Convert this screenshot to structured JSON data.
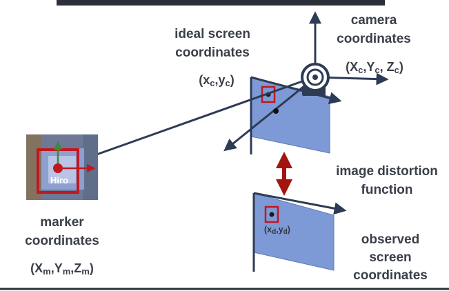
{
  "labels": {
    "ideal_screen": {
      "line1": "ideal screen",
      "line2": "coordinates"
    },
    "ideal_coord": {
      "open": "(x",
      "sub1": "c",
      "mid": ",y",
      "sub2": "c",
      "close": ")"
    },
    "camera": {
      "line1": "camera",
      "line2": "coordinates"
    },
    "camera_coord": {
      "open": "(X",
      "sub1": "c",
      "mid1": ",Y",
      "sub2": "c",
      "mid2": ", Z",
      "sub3": "c",
      "close": ")"
    },
    "distortion": {
      "line1": "image distortion",
      "line2": "function"
    },
    "marker": {
      "line1": "marker",
      "line2": "coordinates"
    },
    "marker_coord": {
      "open": "(X",
      "sub1": "m",
      "mid1": ",Y",
      "sub2": "m",
      "mid2": ",Z",
      "sub3": "m",
      "close": ")"
    },
    "observed": {
      "line1": "observed",
      "line2": "screen",
      "line3": "coordinates"
    },
    "observed_coord": {
      "open": "(x",
      "sub1": "d",
      "mid": ",y",
      "sub2": "d",
      "close": ")"
    },
    "marker_text": "Hiro"
  },
  "colors": {
    "header_bar": "#2b2f38",
    "axis": "#2d3b55",
    "screen_fill": "#7e9ad6",
    "marker_red": "#c0181f",
    "distortion_arrow": "#a3150f",
    "text": "#3a3f49"
  },
  "icons": [
    "camera-icon",
    "marker-image"
  ]
}
